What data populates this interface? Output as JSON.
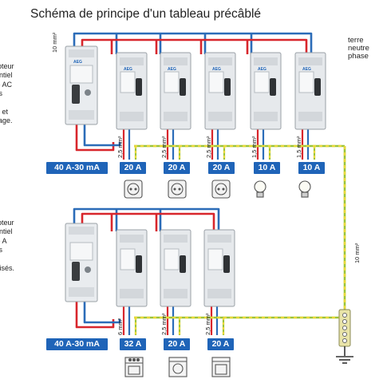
{
  "title": "Schéma de principe d'un tableau précâblé",
  "legend": [
    "terre",
    "neutre",
    "phase"
  ],
  "top_row": {
    "description": [
      "rrupteur",
      "érentiel",
      "ype AC",
      "r les",
      "uits",
      "ses et",
      "lairage."
    ],
    "main_section": "10 mm²",
    "differential_rating": "40 A-30 mA",
    "breakers": [
      {
        "rating": "20 A",
        "section": "2,5 mm²",
        "load": "socket-icon"
      },
      {
        "rating": "20 A",
        "section": "2,5 mm²",
        "load": "socket-icon"
      },
      {
        "rating": "20 A",
        "section": "2,5 mm²",
        "load": "socket-icon"
      },
      {
        "rating": "10 A",
        "section": "1,5 mm²",
        "load": "light-bulb-icon"
      },
      {
        "rating": "10 A",
        "section": "1,5 mm²",
        "load": "light-bulb-icon"
      }
    ]
  },
  "bottom_row": {
    "description": [
      "rrupteur",
      "érentiel",
      "ype A",
      "r les",
      "uits",
      "cialisés."
    ],
    "differential_rating": "40 A-30 mA",
    "breakers": [
      {
        "rating": "32 A",
        "section": "6 mm²",
        "load": "cooker-icon"
      },
      {
        "rating": "20 A",
        "section": "2,5 mm²",
        "load": "washing-machine-icon"
      },
      {
        "rating": "20 A",
        "section": "2,5 mm²",
        "load": "dishwasher-icon"
      }
    ]
  },
  "earth_section": "10 mm²",
  "device_brand": "AEG",
  "colors": {
    "phase": "#d8262c",
    "neutral": "#2b6cb8",
    "earth": "#9cc43a",
    "earth_stripe": "#e8d83a",
    "badge": "#1f64b8"
  }
}
